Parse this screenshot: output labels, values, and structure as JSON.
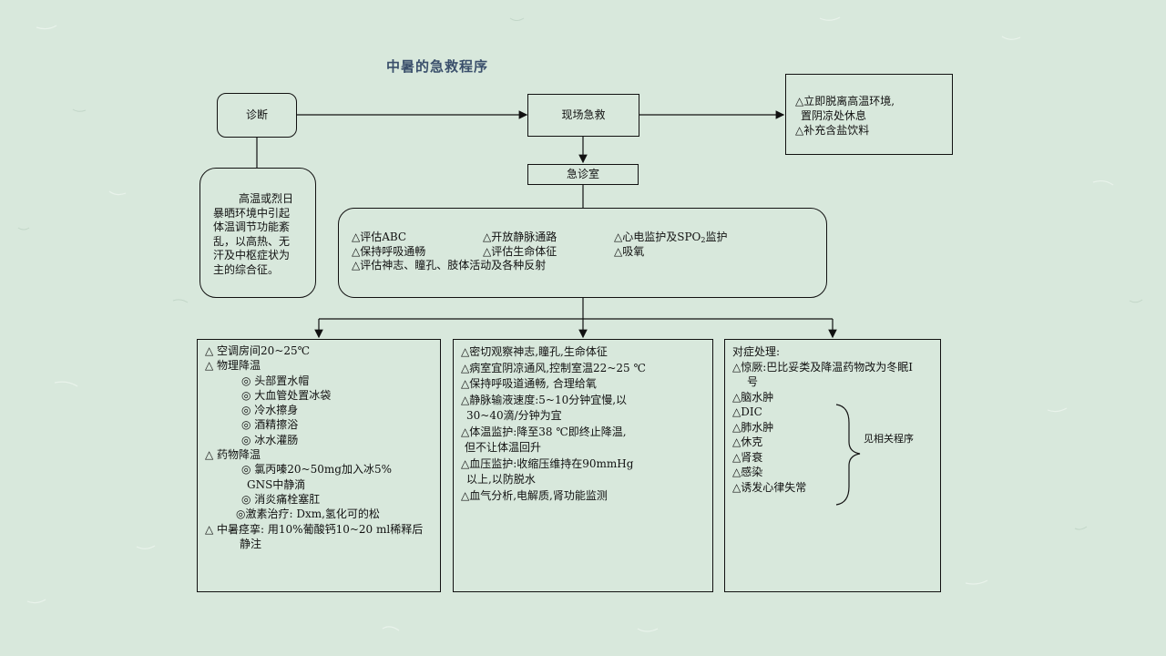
{
  "title": "中暑的急救程序",
  "diagnosis": {
    "label": "诊断",
    "definition": [
      "高温或烈日",
      "暴晒环境中引起",
      "体温调节功能紊",
      "乱，以高热、无",
      "汗及中枢症状为",
      "主的综合征。"
    ]
  },
  "onsite": {
    "label": "现场急救",
    "actions": [
      "△立即脱离高温环境,",
      " 置阴凉处休息",
      "△补充含盐饮料"
    ]
  },
  "er": {
    "label": "急诊室",
    "col1": [
      "△评估ABC",
      "△保持呼吸通畅"
    ],
    "col2": [
      "△开放静脉通路",
      "△评估生命体征"
    ],
    "col3_prefix": "△心电监护及SPO",
    "col3_sub": "2",
    "col3_suffix": "监护",
    "col3_line2": "△吸氧",
    "last": "△评估神志、瞳孔、肢体活动及各种反射"
  },
  "cooling": [
    "△ 空调房间20~25℃",
    "△ 物理降温",
    "◎ 头部置水帽",
    "◎ 大血管处置冰袋",
    "◎ 冷水擦身",
    "◎ 酒精擦浴",
    "◎ 冰水灌肠",
    "△ 药物降温",
    "◎ 氯丙嗪20~50mg加入冰5%",
    "GNS中静滴",
    "◎ 消炎痛栓塞肛",
    "◎激素治疗:  Dxm,氢化可的松",
    "△ 中暑痉挛:  用10%葡酸钙10~20 ml稀释后",
    "静注"
  ],
  "monitoring": [
    "△密切观察神志,瞳孔,生命体征",
    "△病室宜阴凉通风,控制室温22~25 ℃",
    "△保持呼吸道通畅, 合理给氧",
    "△静脉输液速度:5~10分钟宜慢,以",
    "  30~40滴/分钟为宜",
    "△体温监护:降至38 ℃即终止降温,",
    " 但不让体温回升",
    "△血压监护:收缩压维持在90mmHg",
    " 以上,以防脱水",
    "△血气分析,电解质,肾功能监测"
  ],
  "symptomatic": {
    "heading": "对症处理:",
    "items": [
      "△惊厥:巴比妥类及降温药物改为冬眠I",
      "    号",
      "△脑水肿",
      "△DIC",
      "△肺水肿",
      "△休克",
      "△肾衰",
      "△感染",
      "△诱发心律失常"
    ],
    "brace_label": "见相关程序"
  },
  "colors": {
    "background": "#d8e8dc",
    "line": "#111111",
    "title": "#3a4f6b"
  }
}
